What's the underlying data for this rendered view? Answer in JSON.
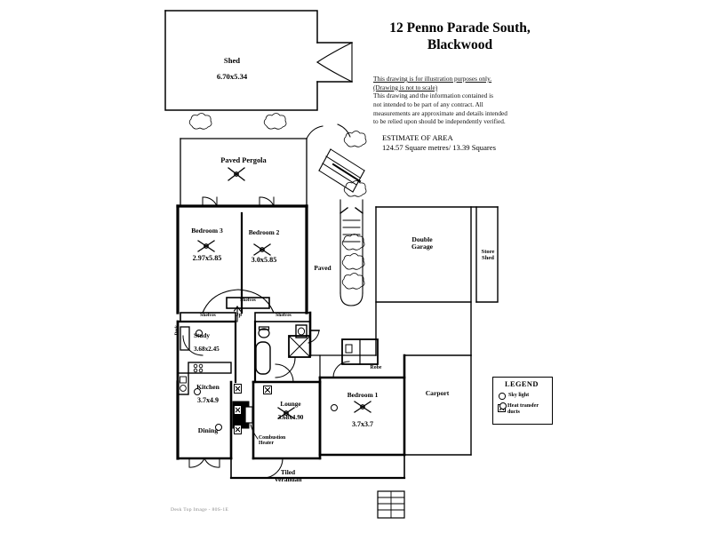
{
  "document": {
    "title_line1": "12 Penno Parade South,",
    "title_line2": "Blackwood",
    "footer": "Desk Top Image - 80S-1E"
  },
  "disclaimer": {
    "line1": "This drawing is for illustration purposes only.",
    "line2": "(Drawing is not to scale)",
    "line3": "This drawing and the information contained is",
    "line4": "not intended to be part of any contract.  All",
    "line5": "measurements are approximate and details intended",
    "line6": "to be relied upon should be independently verified."
  },
  "estimate": {
    "heading": "ESTIMATE OF AREA",
    "value": "124.57 Square metres/  13.39 Squares"
  },
  "legend": {
    "title": "LEGEND",
    "items": [
      {
        "symbol": "sky-light-icon",
        "label": "Sky light"
      },
      {
        "symbol": "heat-transfer-duct-icon",
        "label": "Heat  transfer\nducts"
      }
    ]
  },
  "rooms": [
    {
      "key": "shed",
      "name": "Shed",
      "dims": "6.70x5.34"
    },
    {
      "key": "paved_pergola",
      "name": "Paved Pergola",
      "dims": ""
    },
    {
      "key": "bedroom3",
      "name": "Bedroom 3",
      "dims": "2.97x5.85"
    },
    {
      "key": "bedroom2",
      "name": "Bedroom 2",
      "dims": "3.0x5.85"
    },
    {
      "key": "study",
      "name": "Study",
      "dims": "3.68x2.45"
    },
    {
      "key": "kitchen",
      "name": "Kitchen",
      "dims": "3.7x4.9"
    },
    {
      "key": "dining",
      "name": "Dining",
      "dims": ""
    },
    {
      "key": "lounge",
      "name": "Lounge",
      "dims": "3.68x4.90"
    },
    {
      "key": "bedroom1",
      "name": "Bedroom 1",
      "dims": "3.7x3.7"
    },
    {
      "key": "double_garage",
      "name": "Double\nGarage",
      "dims": ""
    },
    {
      "key": "store_shed",
      "name": "Store\nShed",
      "dims": ""
    },
    {
      "key": "carport",
      "name": "Carport",
      "dims": ""
    },
    {
      "key": "paved",
      "name": "Paved",
      "dims": ""
    },
    {
      "key": "tiled_verandah",
      "name": "Tiled\nVerandah",
      "dims": ""
    }
  ],
  "annotations": {
    "shelves_top": "Shelves",
    "shelves_left": "Shelves",
    "shelves_right": "Shelves",
    "up_stairs": "Up",
    "desk": "Desk",
    "robe": "Robe",
    "combustion_heater": "Combustion\nHeater"
  },
  "colors": {
    "ink": "#000000",
    "paper": "#ffffff",
    "faint": "#8a8a8a"
  }
}
